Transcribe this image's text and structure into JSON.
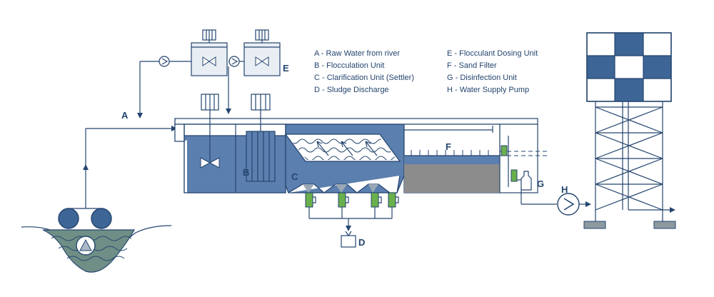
{
  "legend": {
    "A": "A - Raw Water from river",
    "B": "B - Flocculation Unit",
    "C": "C - Clarification Unit (Settler)",
    "D": "D - Sludge Discharge",
    "E": "E - Flocculant Dosing Unit",
    "F": "F - Sand Filter",
    "G": "G - Disinfection Unit",
    "H": "H - Water Supply Pump"
  },
  "labels": {
    "A": "A",
    "B": "B",
    "C": "C",
    "D": "D",
    "E": "E",
    "F": "F",
    "G": "G",
    "H": "H"
  },
  "colors": {
    "line": "#24456f",
    "water": "#5b7fae",
    "water_dark": "#3d6595",
    "tank_fill": "#e8eef3",
    "filter_sand": "#8c8c8c",
    "river": "#6f8f86",
    "ground": "#8e9b9b",
    "green": "#6ab04c"
  }
}
